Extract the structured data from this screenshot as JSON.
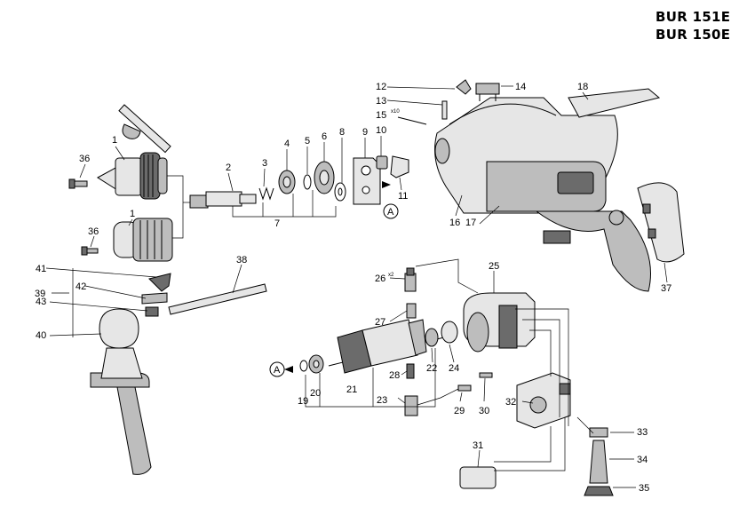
{
  "header": {
    "model_1": "BUR 151E",
    "model_2": "BUR 150E"
  },
  "callouts": {
    "p1a": "1",
    "p1b": "1",
    "p2": "2",
    "p3": "3",
    "p4": "4",
    "p5": "5",
    "p6": "6",
    "p7": "7",
    "p8": "8",
    "p9": "9",
    "p10": "10",
    "p11": "11",
    "p12": "12",
    "p13": "13",
    "p14": "14",
    "p15": "15",
    "p16": "16",
    "p17": "17",
    "p18": "18",
    "p19": "19",
    "p20": "20",
    "p21": "21",
    "p22": "22",
    "p23": "23",
    "p24": "24",
    "p25": "25",
    "p26": "26",
    "p27": "27",
    "p28": "28",
    "p29": "29",
    "p30": "30",
    "p31": "31",
    "p32": "32",
    "p33": "33",
    "p34": "34",
    "p35": "35",
    "p36a": "36",
    "p36b": "36",
    "p37": "37",
    "p38": "38",
    "p39": "39",
    "p40": "40",
    "p41": "41",
    "p42": "42",
    "p43": "43"
  },
  "quantities": {
    "q15": "x10",
    "q26": "x2"
  },
  "markers": {
    "a_top": "A",
    "a_bottom": "A"
  }
}
